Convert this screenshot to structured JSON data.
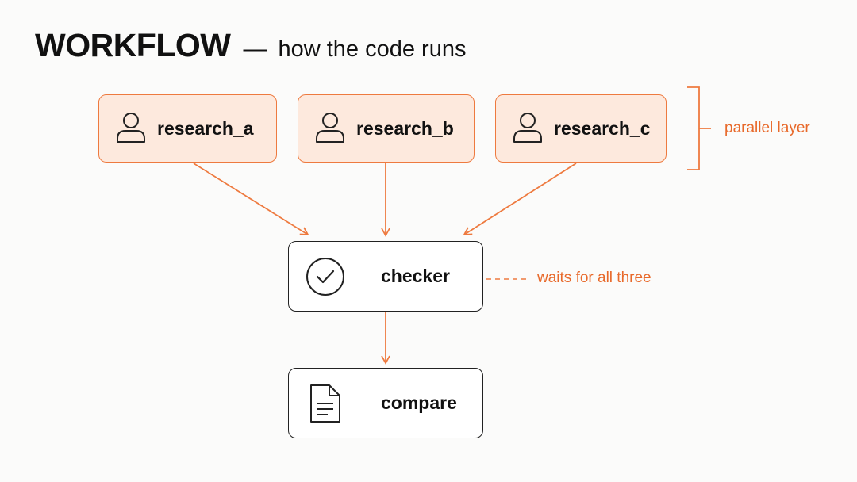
{
  "header": {
    "title": "WORKFLOW",
    "separator": "—",
    "subtitle": "how the code runs"
  },
  "nodes": {
    "research_a": "research_a",
    "research_b": "research_b",
    "research_c": "research_c",
    "checker": "checker",
    "compare": "compare"
  },
  "annotations": {
    "parallel": "parallel layer",
    "waits": "waits for all three"
  },
  "icons": {
    "agents": "person-icon",
    "checker": "check-circle-icon",
    "compare": "document-icon"
  },
  "colors": {
    "accent": "#ee7a3f",
    "agent_fill": "#fde9dd",
    "text": "#111111"
  }
}
